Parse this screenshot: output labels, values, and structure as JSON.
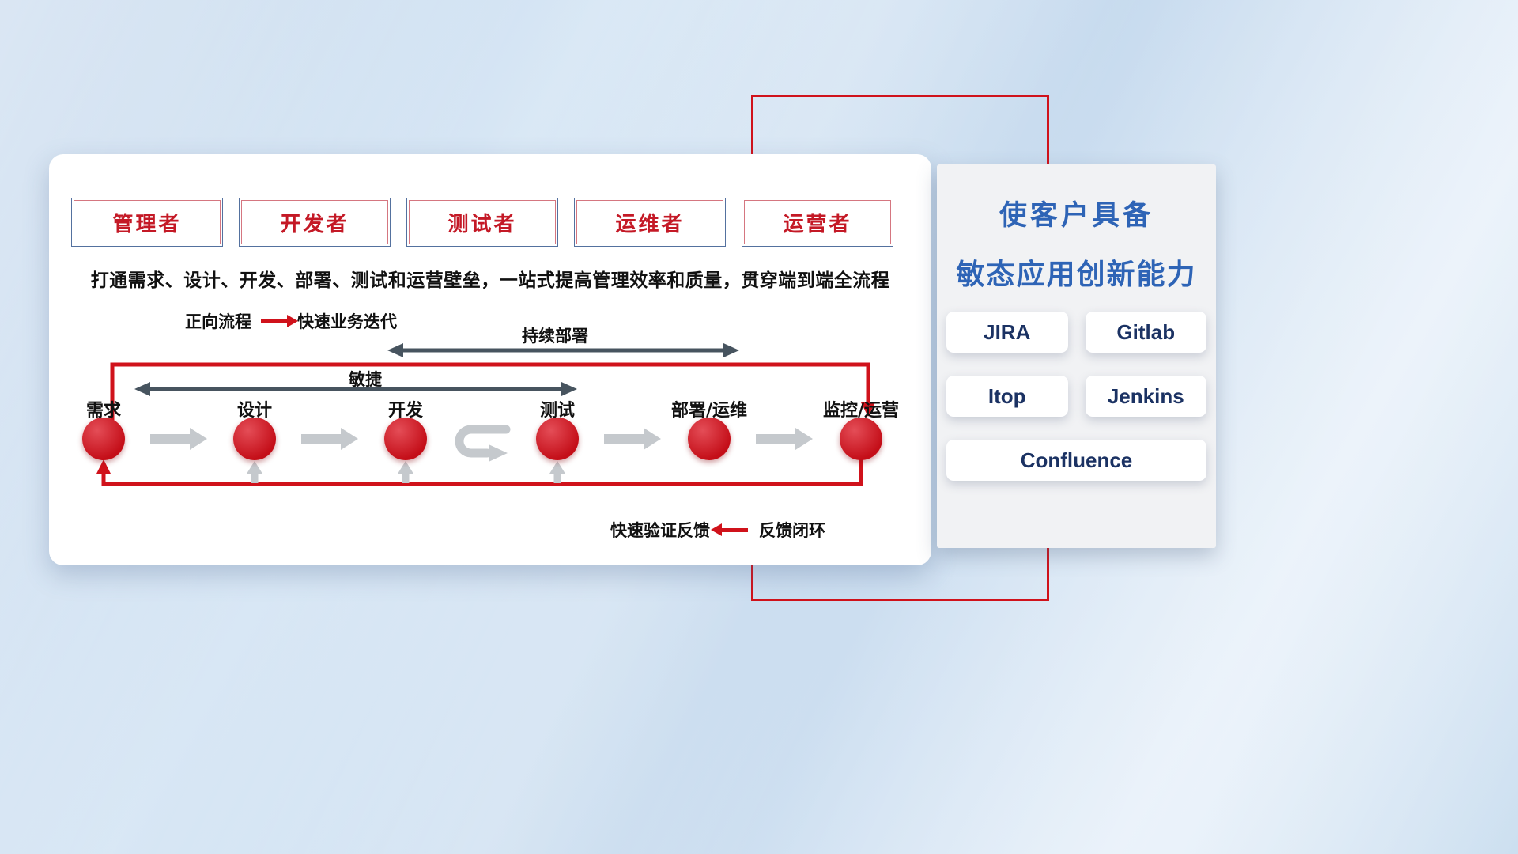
{
  "card": {
    "roles": [
      {
        "label": "管理者"
      },
      {
        "label": "开发者"
      },
      {
        "label": "测试者"
      },
      {
        "label": "运维者"
      },
      {
        "label": "运营者"
      }
    ],
    "subtitle": "打通需求、设计、开发、部署、测试和运营壁垒，一站式提高管理效率和质量，贯穿端到端全流程",
    "forward_legend": {
      "label": "正向流程",
      "desc": "快速业务迭代"
    },
    "span_arrows": {
      "continuous_deploy": "持续部署",
      "agile": "敏捷"
    },
    "flow": {
      "nodes": [
        {
          "label": "需求"
        },
        {
          "label": "设计"
        },
        {
          "label": "开发"
        },
        {
          "label": "测试"
        },
        {
          "label": "部署/运维"
        },
        {
          "label": "监控/运营"
        }
      ]
    },
    "feedback_legend": {
      "desc": "快速验证反馈",
      "label": "反馈闭环"
    }
  },
  "right_panel": {
    "title_line1": "使客户具备",
    "title_line2": "敏态应用创新能力",
    "tools": [
      {
        "label": "JIRA"
      },
      {
        "label": "Gitlab"
      },
      {
        "label": "Itop"
      },
      {
        "label": "Jenkins"
      },
      {
        "label": "Confluence"
      }
    ]
  },
  "colors": {
    "accent_red": "#d0121b",
    "role_text_red": "#c41926",
    "title_blue": "#2e64b6",
    "tool_text_navy": "#1b3263",
    "span_arrow_dark": "#47545f",
    "flow_arrow_gray": "#c5c9cd",
    "background_blue": "#cfe0f0"
  }
}
